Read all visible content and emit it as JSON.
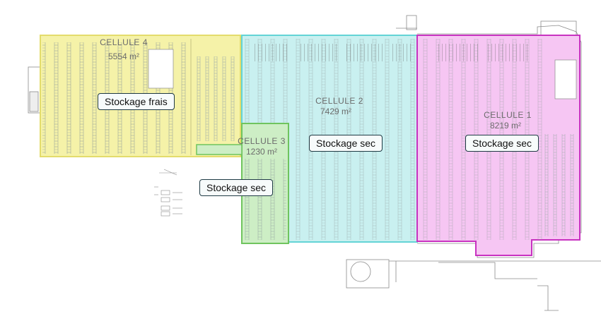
{
  "cells": [
    {
      "name": "CELLULE 4",
      "area": "5554 m²",
      "usage": "Stockage frais",
      "color": "#f5f2a8",
      "border": "#e3dc6c"
    },
    {
      "name": "CELLULE 3",
      "area": "1230 m²",
      "usage": "Stockage sec",
      "color": "#cdeec5",
      "border": "#6fc45e"
    },
    {
      "name": "CELLULE 2",
      "area": "7429 m²",
      "usage": "Stockage sec",
      "color": "#c9f0f0",
      "border": "#63d4d6"
    },
    {
      "name": "CELLULE 1",
      "area": "8219 m²",
      "usage": "Stockage sec",
      "color": "#f6c6f3",
      "border": "#c832c0"
    }
  ]
}
